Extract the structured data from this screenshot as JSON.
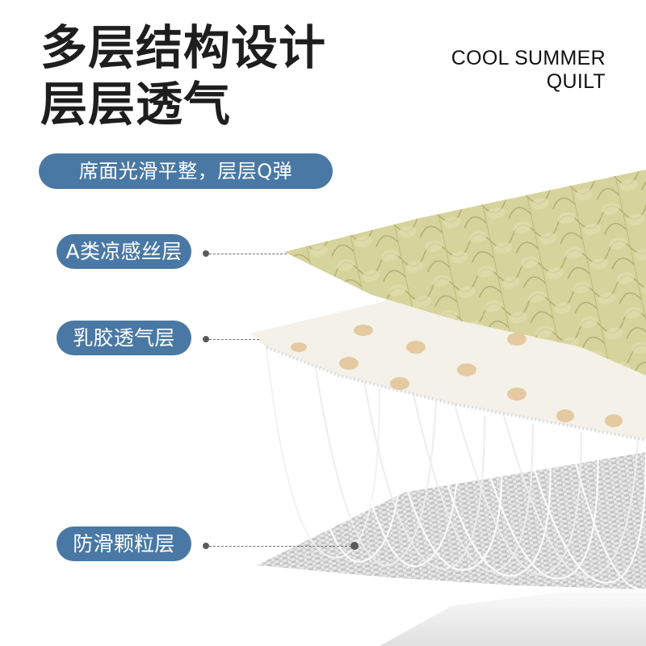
{
  "colors": {
    "accent": "#4a78a4",
    "quilt_green": "#d6d39c",
    "quilt_stitch": "#b8b47a",
    "latex_cream": "#f4f1e8",
    "latex_hole": "#e5c9a0",
    "mesh_gray": "#cfcfcf",
    "headline": "#1e1e1e"
  },
  "header": {
    "headline_line1": "多层结构设计",
    "headline_line2": "层层透气",
    "en_title_line1": "COOL SUMMER",
    "en_title_line2": "QUILT"
  },
  "banner": {
    "text": "席面光滑平整，层层Q弹"
  },
  "layers": [
    {
      "label": "A类凉感丝层",
      "icon": "quilted-fabric-layer"
    },
    {
      "label": "乳胶透气层",
      "icon": "perforated-latex-layer"
    },
    {
      "label": "防滑颗粒层",
      "icon": "anti-slip-mesh-layer"
    }
  ]
}
